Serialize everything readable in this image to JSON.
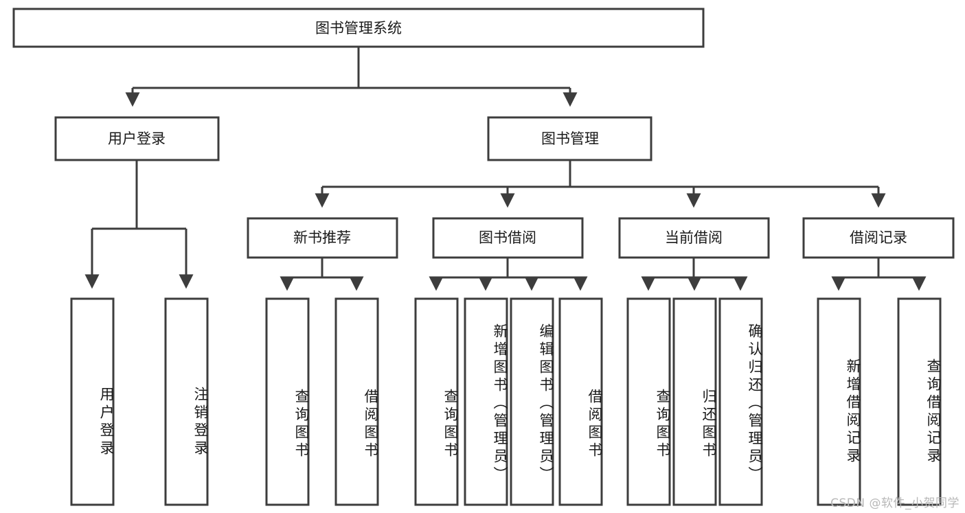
{
  "diagram": {
    "title": "图书管理系统",
    "type": "hierarchy-tree",
    "root": {
      "id": "root",
      "label": "图书管理系统",
      "orientation": "horizontal"
    },
    "level2": [
      {
        "id": "user-login",
        "label": "用户登录",
        "orientation": "horizontal"
      },
      {
        "id": "book-management",
        "label": "图书管理",
        "orientation": "horizontal"
      }
    ],
    "level3": [
      {
        "id": "new-book-recommend",
        "label": "新书推荐",
        "orientation": "horizontal",
        "parent": "book-management"
      },
      {
        "id": "book-borrow",
        "label": "图书借阅",
        "orientation": "horizontal",
        "parent": "book-management"
      },
      {
        "id": "current-borrow",
        "label": "当前借阅",
        "orientation": "horizontal",
        "parent": "book-management"
      },
      {
        "id": "borrow-record",
        "label": "借阅记录",
        "orientation": "horizontal",
        "parent": "book-management"
      }
    ],
    "leaves": [
      {
        "id": "leaf-user-login",
        "label": "用户登录",
        "orientation": "vertical",
        "parent": "user-login"
      },
      {
        "id": "leaf-user-logout",
        "label": "注销登录",
        "orientation": "vertical",
        "parent": "user-login"
      },
      {
        "id": "leaf-query-book-1",
        "label": "查询图书",
        "orientation": "vertical",
        "parent": "new-book-recommend"
      },
      {
        "id": "leaf-borrow-book-1",
        "label": "借阅图书",
        "orientation": "vertical",
        "parent": "new-book-recommend"
      },
      {
        "id": "leaf-query-book-2",
        "label": "查询图书",
        "orientation": "vertical",
        "parent": "book-borrow"
      },
      {
        "id": "leaf-add-book",
        "label": "新增图书（管理员）",
        "orientation": "vertical",
        "parent": "book-borrow"
      },
      {
        "id": "leaf-edit-book",
        "label": "编辑图书（管理员）",
        "orientation": "vertical",
        "parent": "book-borrow"
      },
      {
        "id": "leaf-borrow-book-2",
        "label": "借阅图书",
        "orientation": "vertical",
        "parent": "book-borrow"
      },
      {
        "id": "leaf-query-book-3",
        "label": "查询图书",
        "orientation": "vertical",
        "parent": "current-borrow"
      },
      {
        "id": "leaf-return-book",
        "label": "归还图书",
        "orientation": "vertical",
        "parent": "current-borrow"
      },
      {
        "id": "leaf-confirm-return",
        "label": "确认归还（管理员）",
        "orientation": "vertical",
        "parent": "current-borrow"
      },
      {
        "id": "leaf-add-record",
        "label": "新增借阅记录",
        "orientation": "vertical",
        "parent": "borrow-record"
      },
      {
        "id": "leaf-query-record",
        "label": "查询借阅记录",
        "orientation": "vertical",
        "parent": "borrow-record"
      }
    ],
    "colors": {
      "box_stroke": "#3d3d3d",
      "box_fill": "#ffffff",
      "connector": "#3d3d3d",
      "text": "#1a1a1a",
      "background": "#ffffff",
      "watermark": "#b8b8b8"
    }
  },
  "watermark": {
    "text": "CSDN @软件_小贺同学"
  }
}
